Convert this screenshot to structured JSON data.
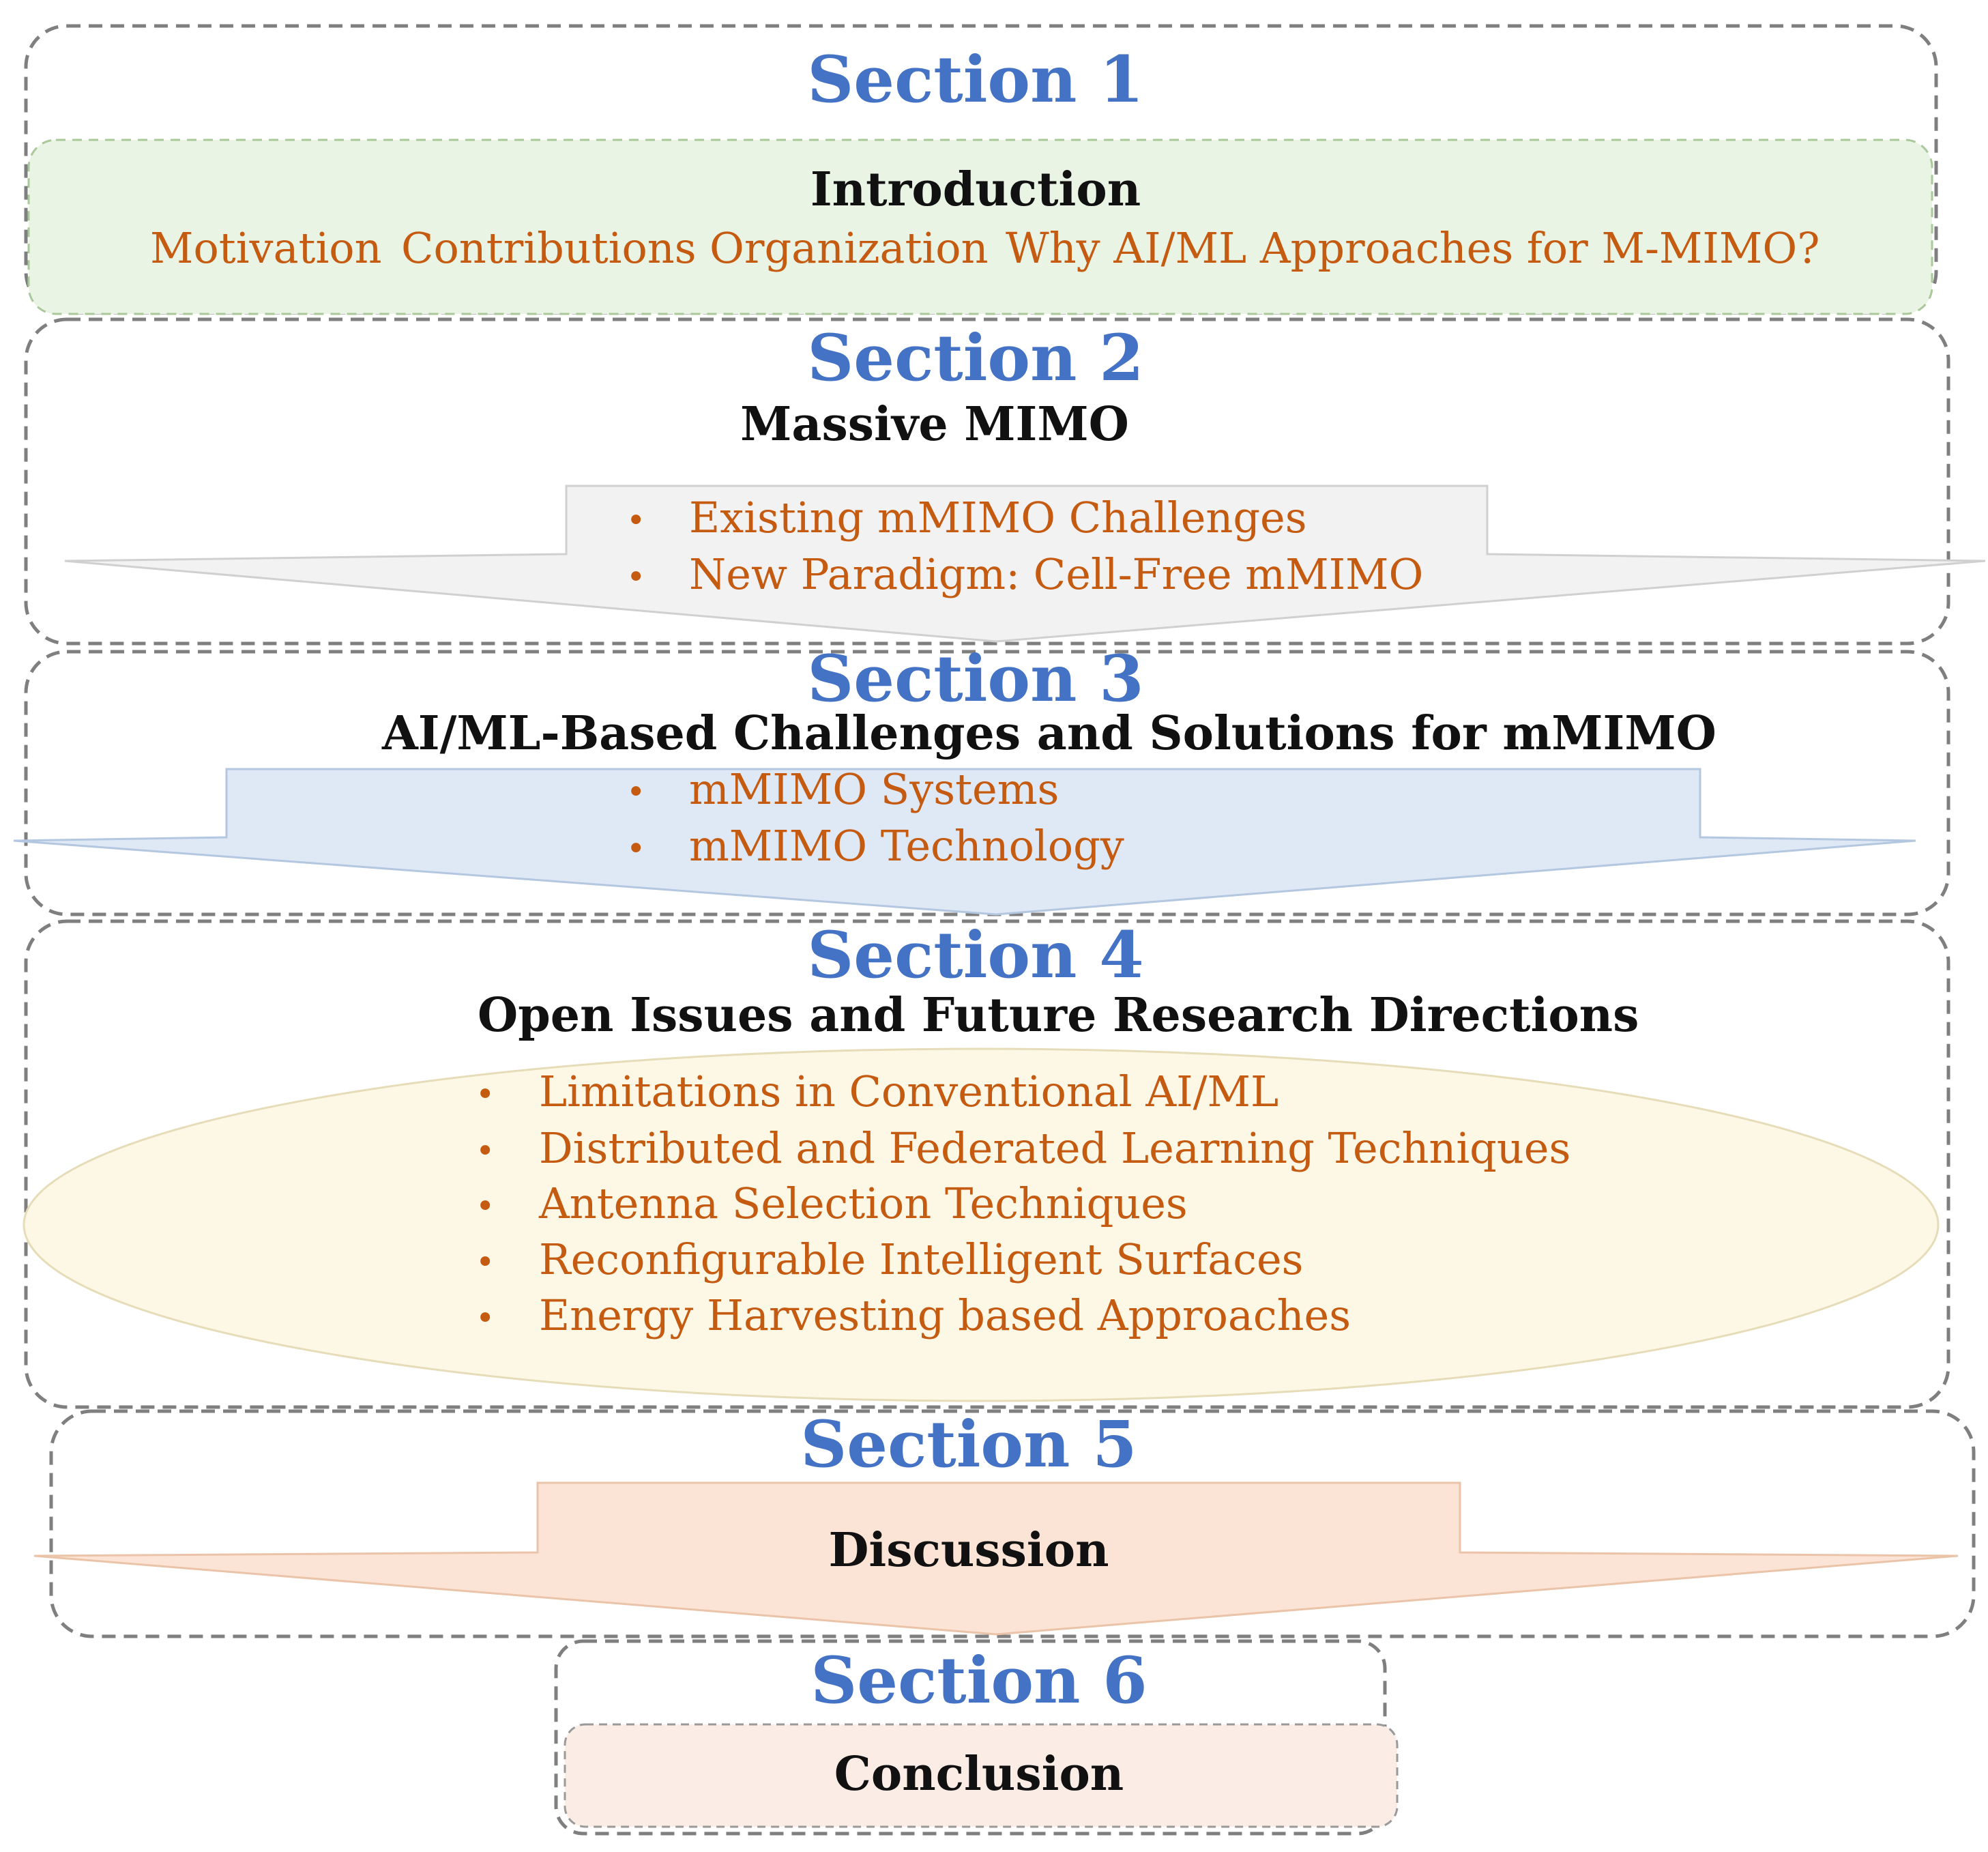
{
  "colors": {
    "section_title": "#4472c4",
    "item_text": "#c55a11",
    "heading_text": "#111111",
    "intro_fill": "#eaf4e4",
    "mimo_fill": "#f2f2f2",
    "ai_fill": "#dfe9f5",
    "open_fill": "#fdf8e6",
    "discussion_fill": "#fbe4d6",
    "conclusion_fill": "#fbece5",
    "dashed_border": "#7f7f7f"
  },
  "sections": [
    {
      "title": "Section 1",
      "heading": "Introduction",
      "items": [
        "Motivation",
        "Contributions",
        "Organization",
        "Why AI/ML Approaches for M-MIMO?"
      ]
    },
    {
      "title": "Section 2",
      "heading": "Massive MIMO",
      "items": [
        "Existing mMIMO Challenges",
        "New Paradigm: Cell-Free mMIMO"
      ]
    },
    {
      "title": "Section 3",
      "heading": "AI/ML-Based Challenges and Solutions for mMIMO",
      "items": [
        "mMIMO Systems",
        "mMIMO Technology"
      ]
    },
    {
      "title": "Section 4",
      "heading": "Open Issues and Future Research Directions",
      "items": [
        "Limitations in Conventional AI/ML",
        "Distributed and Federated Learning Techniques",
        "Antenna Selection Techniques",
        "Reconfigurable Intelligent Surfaces",
        "Energy Harvesting based Approaches"
      ]
    },
    {
      "title": "Section 5",
      "heading": "Discussion",
      "items": []
    },
    {
      "title": "Section 6",
      "heading": "Conclusion",
      "items": []
    }
  ]
}
